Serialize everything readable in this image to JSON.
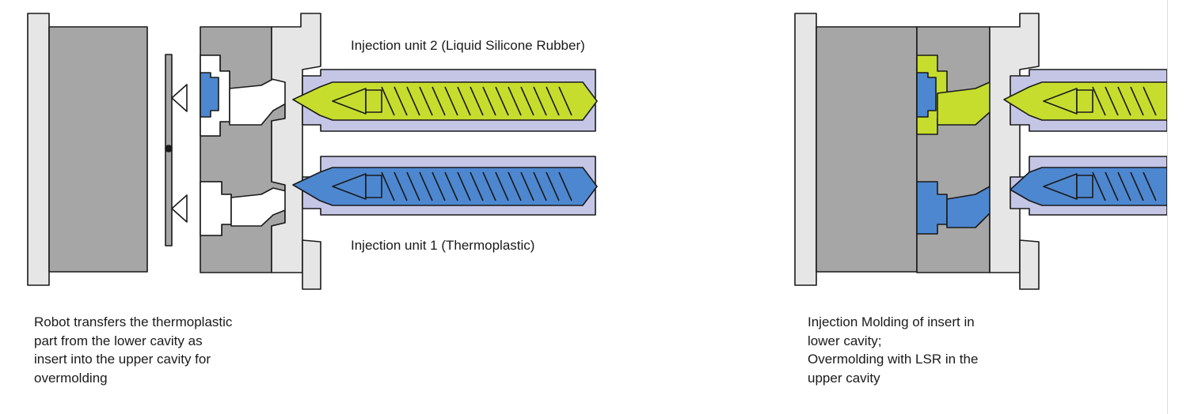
{
  "labels": {
    "unit2": "Injection unit 2 (Liquid Silicone Rubber)",
    "unit1": "Injection unit 1 (Thermoplastic)"
  },
  "captions": {
    "left": [
      "Robot transfers the thermoplastic",
      "part from the lower cavity as",
      "insert into the upper cavity for",
      "overmolding"
    ],
    "right": [
      "Injection Molding of insert in",
      "lower cavity;",
      "Overmolding with LSR in the",
      "upper cavity"
    ]
  },
  "colors": {
    "mold_gray": "#a6a6a6",
    "plate_light": "#e6e6e6",
    "barrel_lavender": "#c5c6e6",
    "lsr_green": "#c6dd2e",
    "thermoplastic_blue": "#4d87d0",
    "outline": "#1a1a1a"
  }
}
